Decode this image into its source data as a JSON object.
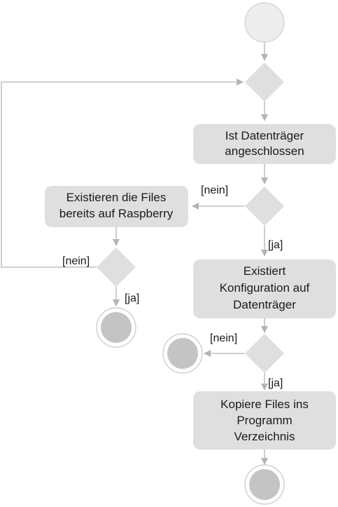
{
  "activities": {
    "check_storage": [
      "Ist Datenträger",
      "angeschlossen"
    ],
    "files_exist": [
      "Existieren die Files",
      "bereits auf Raspberry"
    ],
    "config_exists": [
      "Existiert",
      "Konfiguration auf",
      "Datenträger"
    ],
    "copy_files": [
      "Kopiere Files ins",
      "Programm",
      "Verzeichnis"
    ]
  },
  "guards": {
    "nein_storage": "[nein]",
    "ja_storage": "[ja]",
    "nein_files": "[nein]",
    "ja_files": "[ja]",
    "nein_config": "[nein]",
    "ja_config": "[ja]"
  },
  "colors": {
    "node_fill": "#e0dfdf",
    "start_fill": "#ededed",
    "end_fill": "#c4c4c4",
    "edge": "#b4b4b4"
  }
}
